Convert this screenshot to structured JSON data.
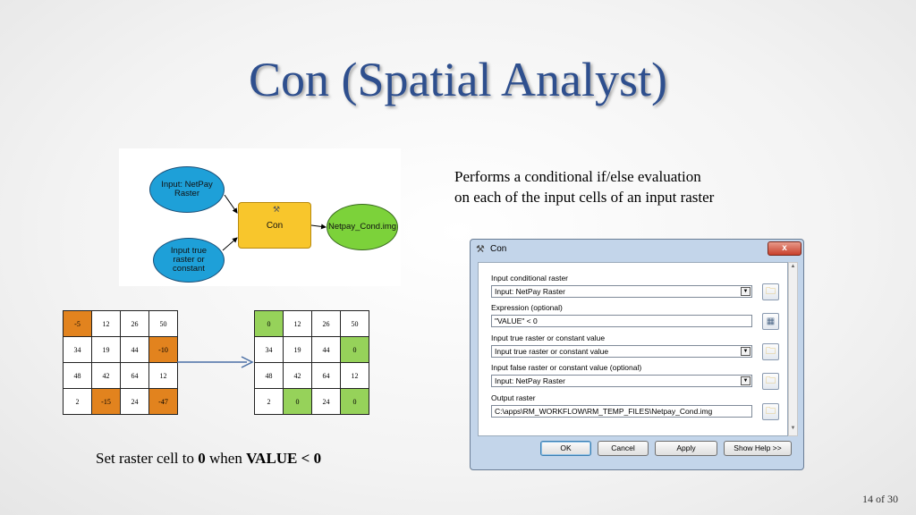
{
  "slide": {
    "title": "Con (Spatial Analyst)",
    "description_line1": "Performs a conditional if/else evaluation",
    "description_line2": "on each of the input cells of an input raster",
    "caption_prefix": "Set raster cell to ",
    "caption_value": "0",
    "caption_middle": " when ",
    "caption_condition": "VALUE < 0",
    "page_number": "14 of 30"
  },
  "model_diagram": {
    "input_raster_label": "Input: NetPay Raster",
    "input_true_label": "Input true raster or constant",
    "tool_label": "Con",
    "output_label": "Netpay_Cond.img",
    "colors": {
      "input_oval": "#1ea0d8",
      "tool_box": "#f8c62c",
      "output_oval": "#7cd23a"
    }
  },
  "grid_input": {
    "rows": [
      [
        {
          "v": "-5",
          "h": "orange"
        },
        {
          "v": "12",
          "h": ""
        },
        {
          "v": "26",
          "h": ""
        },
        {
          "v": "50",
          "h": ""
        }
      ],
      [
        {
          "v": "34",
          "h": ""
        },
        {
          "v": "19",
          "h": ""
        },
        {
          "v": "44",
          "h": ""
        },
        {
          "v": "-10",
          "h": "orange"
        }
      ],
      [
        {
          "v": "48",
          "h": ""
        },
        {
          "v": "42",
          "h": ""
        },
        {
          "v": "64",
          "h": ""
        },
        {
          "v": "12",
          "h": ""
        }
      ],
      [
        {
          "v": "2",
          "h": ""
        },
        {
          "v": "-15",
          "h": "orange"
        },
        {
          "v": "24",
          "h": ""
        },
        {
          "v": "-47",
          "h": "orange"
        }
      ]
    ]
  },
  "grid_output": {
    "rows": [
      [
        {
          "v": "0",
          "h": "green"
        },
        {
          "v": "12",
          "h": ""
        },
        {
          "v": "26",
          "h": ""
        },
        {
          "v": "50",
          "h": ""
        }
      ],
      [
        {
          "v": "34",
          "h": ""
        },
        {
          "v": "19",
          "h": ""
        },
        {
          "v": "44",
          "h": ""
        },
        {
          "v": "0",
          "h": "green"
        }
      ],
      [
        {
          "v": "48",
          "h": ""
        },
        {
          "v": "42",
          "h": ""
        },
        {
          "v": "64",
          "h": ""
        },
        {
          "v": "12",
          "h": ""
        }
      ],
      [
        {
          "v": "2",
          "h": ""
        },
        {
          "v": "0",
          "h": "green"
        },
        {
          "v": "24",
          "h": ""
        },
        {
          "v": "0",
          "h": "green"
        }
      ]
    ]
  },
  "dialog": {
    "title": "Con",
    "close_label": "x",
    "fields": {
      "input_conditional_label": "Input conditional raster",
      "input_conditional_value": "Input: NetPay Raster",
      "expression_label": "Expression (optional)",
      "expression_value": "\"VALUE\" < 0",
      "true_raster_label": "Input true raster or constant value",
      "true_raster_value": "Input true raster or constant value",
      "false_raster_label": "Input false raster or constant value (optional)",
      "false_raster_value": "Input: NetPay Raster",
      "output_label": "Output raster",
      "output_value": "C:\\apps\\RM_WORKFLOW\\RM_TEMP_FILES\\Netpay_Cond.img"
    },
    "buttons": {
      "ok": "OK",
      "cancel": "Cancel",
      "apply": "Apply",
      "help": "Show Help >>"
    },
    "icons": {
      "title": "hammer-icon",
      "browse": "folder-icon",
      "expression": "calculator-icon"
    }
  }
}
